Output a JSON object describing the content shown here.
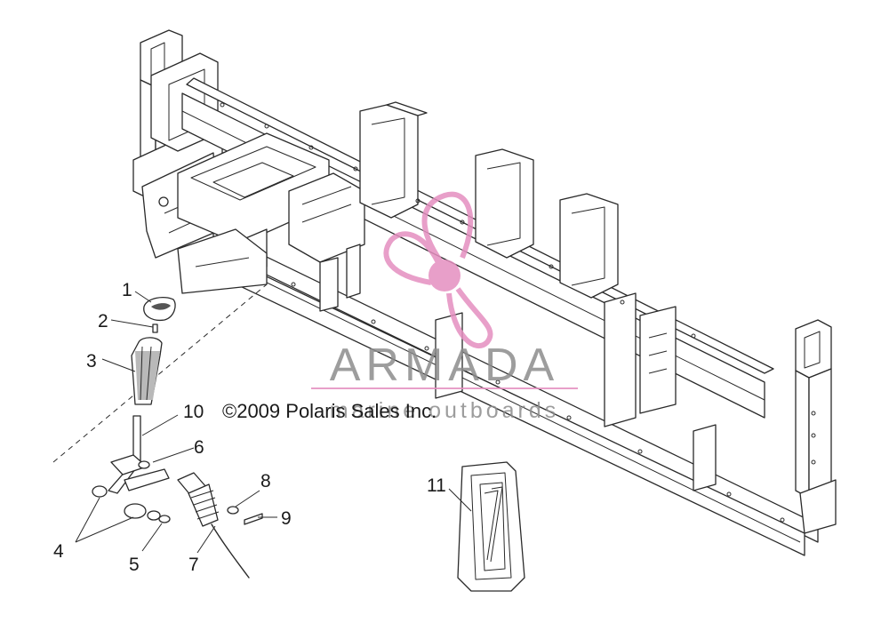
{
  "copyright": "©2009 Polaris Sales Inc.",
  "watermark": {
    "brand": "ARMADA",
    "tagline": "marine outboards",
    "accent_color": "#e58fc0"
  },
  "callouts": [
    {
      "id": "1",
      "label": "1"
    },
    {
      "id": "2",
      "label": "2"
    },
    {
      "id": "3",
      "label": "3"
    },
    {
      "id": "4",
      "label": "4"
    },
    {
      "id": "5",
      "label": "5"
    },
    {
      "id": "6",
      "label": "6"
    },
    {
      "id": "7",
      "label": "7"
    },
    {
      "id": "8",
      "label": "8"
    },
    {
      "id": "9",
      "label": "9"
    },
    {
      "id": "10",
      "label": "10"
    },
    {
      "id": "11",
      "label": "11"
    }
  ]
}
